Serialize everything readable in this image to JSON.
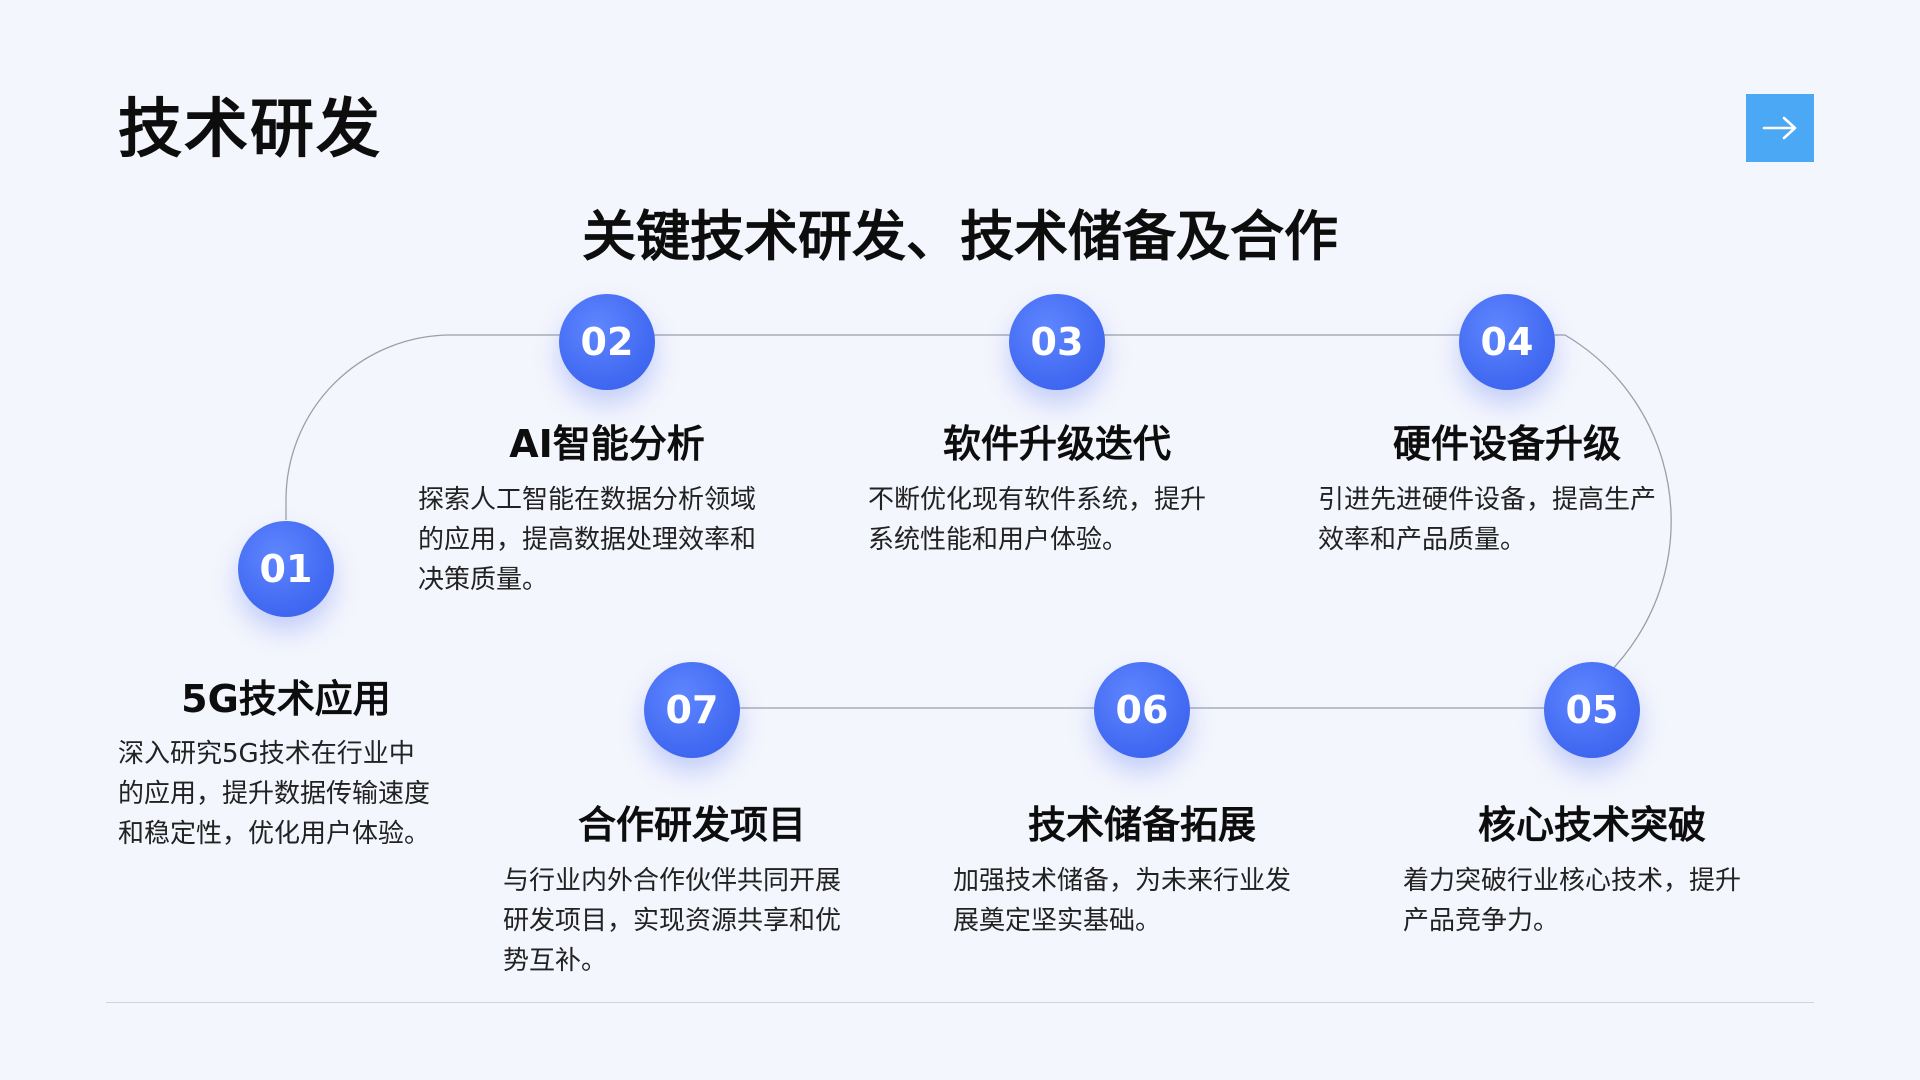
{
  "page_title": "技术研发",
  "subtitle": "关键技术研发、技术储备及合作",
  "next_icon": "arrow-right-icon",
  "colors": {
    "accent_blue": "#4aa8f5",
    "node_blue": "#4a70f5",
    "background": "#f4f6fd"
  },
  "steps": [
    {
      "num": "01",
      "title": "5G技术应用",
      "lines": [
        "深入研究5G技术在行业中",
        "的应用，提升数据传输速度",
        "和稳定性，优化用户体验。"
      ]
    },
    {
      "num": "02",
      "title": "AI智能分析",
      "lines": [
        "探索人工智能在数据分析领域",
        "的应用，提高数据处理效率和",
        "决策质量。"
      ]
    },
    {
      "num": "03",
      "title": "软件升级迭代",
      "lines": [
        "不断优化现有软件系统，提升",
        "系统性能和用户体验。"
      ]
    },
    {
      "num": "04",
      "title": "硬件设备升级",
      "lines": [
        "引进先进硬件设备，提高生产",
        "效率和产品质量。"
      ]
    },
    {
      "num": "05",
      "title": "核心技术突破",
      "lines": [
        "着力突破行业核心技术，提升",
        "产品竞争力。"
      ]
    },
    {
      "num": "06",
      "title": "技术储备拓展",
      "lines": [
        "加强技术储备，为未来行业发",
        "展奠定坚实基础。"
      ]
    },
    {
      "num": "07",
      "title": "合作研发项目",
      "lines": [
        "与行业内外合作伙伴共同开展",
        "研发项目，实现资源共享和优",
        "势互补。"
      ]
    }
  ]
}
